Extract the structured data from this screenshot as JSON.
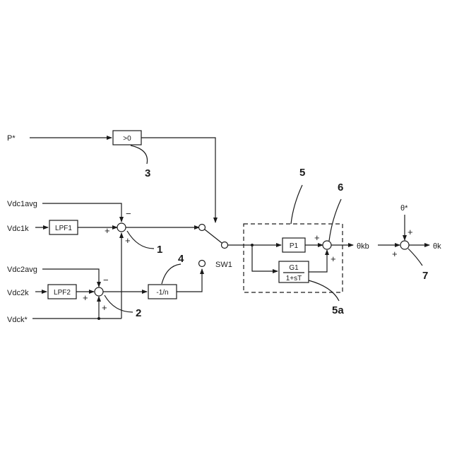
{
  "signals": {
    "p_star": "P*",
    "vdc1avg": "Vdc1avg",
    "vdc1k": "Vdc1k",
    "vdc2avg": "Vdc2avg",
    "vdc2k": "Vdc2k",
    "vdck_star": "Vdck*",
    "theta_kb": "θkb",
    "theta_star": "θ*",
    "theta_k": "θk"
  },
  "blocks": {
    "gt0": ">0",
    "lpf1": "LPF1",
    "lpf2": "LPF2",
    "neg_inv_n": "-1/n",
    "p1": "P1",
    "g1_num": "G1",
    "g1_den": "1+sT"
  },
  "switch_label": "SW1",
  "signs": {
    "s1_top": "−",
    "s1_left": "+",
    "s1_bottom": "+",
    "s2_top": "−",
    "s2_left": "+",
    "s2_bottom": "+",
    "s6_top": "+",
    "s6_bottom": "+",
    "s7_top": "+",
    "s7_left": "+"
  },
  "callouts": [
    "1",
    "2",
    "3",
    "4",
    "5",
    "5a",
    "6",
    "7"
  ]
}
